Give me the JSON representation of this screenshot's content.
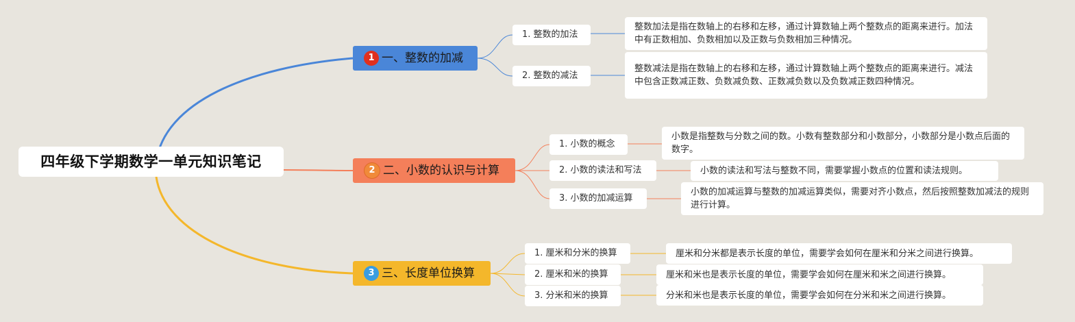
{
  "root": {
    "title": "四年级下学期数学一单元知识笔记"
  },
  "colors": {
    "branch1": "#4a86d8",
    "branch2": "#f47f5a",
    "branch3": "#f4b72b",
    "badge1": "#e0301e",
    "badge2": "#f08a3a",
    "badge3": "#3a9de0"
  },
  "branches": [
    {
      "badge": "1",
      "label": "一、整数的加减",
      "topics": [
        {
          "label": "1. 整数的加法",
          "desc": "整数加法是指在数轴上的右移和左移，通过计算数轴上两个整数点的距离来进行。加法中有正数相加、负数相加以及正数与负数相加三种情况。"
        },
        {
          "label": "2. 整数的减法",
          "desc": "整数减法是指在数轴上的右移和左移，通过计算数轴上两个整数点的距离来进行。减法中包含正数减正数、负数减负数、正数减负数以及负数减正数四种情况。"
        }
      ]
    },
    {
      "badge": "2",
      "label": "二、小数的认识与计算",
      "topics": [
        {
          "label": "1. 小数的概念",
          "desc": "小数是指整数与分数之间的数。小数有整数部分和小数部分，小数部分是小数点后面的数字。"
        },
        {
          "label": "2. 小数的读法和写法",
          "desc": "小数的读法和写法与整数不同，需要掌握小数点的位置和读法规则。"
        },
        {
          "label": "3. 小数的加减运算",
          "desc": "小数的加减运算与整数的加减运算类似，需要对齐小数点，然后按照整数加减法的规则进行计算。"
        }
      ]
    },
    {
      "badge": "3",
      "label": "三、长度单位换算",
      "topics": [
        {
          "label": "1. 厘米和分米的换算",
          "desc": "厘米和分米都是表示长度的单位，需要学会如何在厘米和分米之间进行换算。"
        },
        {
          "label": "2. 厘米和米的换算",
          "desc": "厘米和米也是表示长度的单位，需要学会如何在厘米和米之间进行换算。"
        },
        {
          "label": "3. 分米和米的换算",
          "desc": "分米和米也是表示长度的单位，需要学会如何在分米和米之间进行换算。"
        }
      ]
    }
  ]
}
